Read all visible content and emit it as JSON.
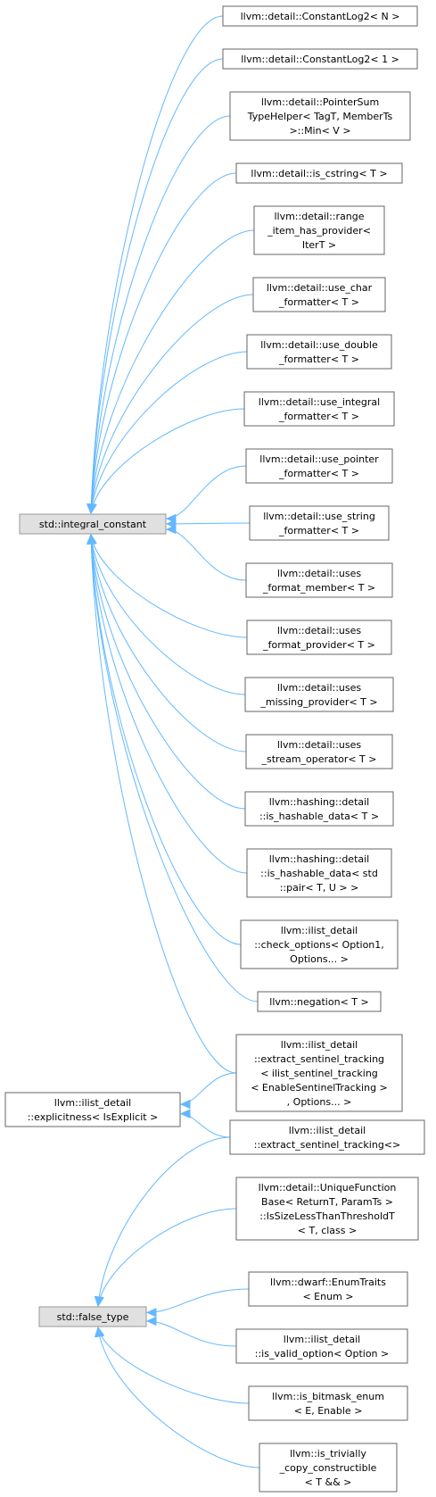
{
  "diagram": {
    "type": "inheritance-graph",
    "edge_color": "#63b8ff",
    "nodes": [
      {
        "id": "integral_constant",
        "kind": "base",
        "lines": [
          "std::integral_constant"
        ]
      },
      {
        "id": "explicitness",
        "kind": "base-plain",
        "lines": [
          "llvm::ilist_detail",
          "::explicitness< IsExplicit >"
        ]
      },
      {
        "id": "false_type",
        "kind": "base",
        "lines": [
          "std::false_type"
        ]
      },
      {
        "id": "constantlog2_n",
        "kind": "derived",
        "lines": [
          "llvm::detail::ConstantLog2< N >"
        ]
      },
      {
        "id": "constantlog2_1",
        "kind": "derived",
        "lines": [
          "llvm::detail::ConstantLog2< 1 >"
        ]
      },
      {
        "id": "pointersum",
        "kind": "derived",
        "lines": [
          "llvm::detail::PointerSum",
          "TypeHelper< TagT, MemberTs",
          ">::Min< V >"
        ]
      },
      {
        "id": "is_cstring",
        "kind": "derived",
        "lines": [
          "llvm::detail::is_cstring< T >"
        ]
      },
      {
        "id": "range_item",
        "kind": "derived",
        "lines": [
          "llvm::detail::range",
          "_item_has_provider<",
          "IterT >"
        ]
      },
      {
        "id": "use_char",
        "kind": "derived",
        "lines": [
          "llvm::detail::use_char",
          "_formatter< T >"
        ]
      },
      {
        "id": "use_double",
        "kind": "derived",
        "lines": [
          "llvm::detail::use_double",
          "_formatter< T >"
        ]
      },
      {
        "id": "use_integral",
        "kind": "derived",
        "lines": [
          "llvm::detail::use_integral",
          "_formatter< T >"
        ]
      },
      {
        "id": "use_pointer",
        "kind": "derived",
        "lines": [
          "llvm::detail::use_pointer",
          "_formatter< T >"
        ]
      },
      {
        "id": "use_string",
        "kind": "derived",
        "lines": [
          "llvm::detail::use_string",
          "_formatter< T >"
        ]
      },
      {
        "id": "uses_format_member",
        "kind": "derived",
        "lines": [
          "llvm::detail::uses",
          "_format_member< T >"
        ]
      },
      {
        "id": "uses_format_provider",
        "kind": "derived",
        "lines": [
          "llvm::detail::uses",
          "_format_provider< T >"
        ]
      },
      {
        "id": "uses_missing_provider",
        "kind": "derived",
        "lines": [
          "llvm::detail::uses",
          "_missing_provider< T >"
        ]
      },
      {
        "id": "uses_stream_operator",
        "kind": "derived",
        "lines": [
          "llvm::detail::uses",
          "_stream_operator< T >"
        ]
      },
      {
        "id": "is_hashable_data",
        "kind": "derived",
        "lines": [
          "llvm::hashing::detail",
          "::is_hashable_data< T >"
        ]
      },
      {
        "id": "is_hashable_data_pair",
        "kind": "derived",
        "lines": [
          "llvm::hashing::detail",
          "::is_hashable_data< std",
          "::pair< T, U > >"
        ]
      },
      {
        "id": "check_options",
        "kind": "derived",
        "lines": [
          "llvm::ilist_detail",
          "::check_options< Option1,",
          "Options... >"
        ]
      },
      {
        "id": "negation",
        "kind": "derived",
        "lines": [
          "llvm::negation< T >"
        ]
      },
      {
        "id": "extract_sentinel_tracking_full",
        "kind": "derived",
        "lines": [
          "llvm::ilist_detail",
          "::extract_sentinel_tracking",
          "< ilist_sentinel_tracking",
          "< EnableSentinelTracking >",
          ", Options... >"
        ]
      },
      {
        "id": "extract_sentinel_tracking_empty",
        "kind": "derived",
        "lines": [
          "llvm::ilist_detail",
          "::extract_sentinel_tracking<>"
        ]
      },
      {
        "id": "uniquefunction",
        "kind": "derived",
        "lines": [
          "llvm::detail::UniqueFunction",
          "Base< ReturnT, ParamTs >",
          "::IsSizeLessThanThresholdT",
          "< T, class >"
        ]
      },
      {
        "id": "enumtraits",
        "kind": "derived",
        "lines": [
          "llvm::dwarf::EnumTraits",
          "< Enum >"
        ]
      },
      {
        "id": "is_valid_option",
        "kind": "derived",
        "lines": [
          "llvm::ilist_detail",
          "::is_valid_option< Option >"
        ]
      },
      {
        "id": "is_bitmask_enum",
        "kind": "derived",
        "lines": [
          "llvm::is_bitmask_enum",
          "< E, Enable >"
        ]
      },
      {
        "id": "is_trivially_copy",
        "kind": "derived",
        "lines": [
          "llvm::is_trivially",
          "_copy_constructible",
          "< T && >"
        ]
      }
    ],
    "edges": [
      {
        "from": "constantlog2_n",
        "to": "integral_constant"
      },
      {
        "from": "constantlog2_1",
        "to": "integral_constant"
      },
      {
        "from": "pointersum",
        "to": "integral_constant"
      },
      {
        "from": "is_cstring",
        "to": "integral_constant"
      },
      {
        "from": "range_item",
        "to": "integral_constant"
      },
      {
        "from": "use_char",
        "to": "integral_constant"
      },
      {
        "from": "use_double",
        "to": "integral_constant"
      },
      {
        "from": "use_integral",
        "to": "integral_constant"
      },
      {
        "from": "use_pointer",
        "to": "integral_constant"
      },
      {
        "from": "use_string",
        "to": "integral_constant"
      },
      {
        "from": "uses_format_member",
        "to": "integral_constant"
      },
      {
        "from": "uses_format_provider",
        "to": "integral_constant"
      },
      {
        "from": "uses_missing_provider",
        "to": "integral_constant"
      },
      {
        "from": "uses_stream_operator",
        "to": "integral_constant"
      },
      {
        "from": "is_hashable_data",
        "to": "integral_constant"
      },
      {
        "from": "is_hashable_data_pair",
        "to": "integral_constant"
      },
      {
        "from": "check_options",
        "to": "integral_constant"
      },
      {
        "from": "negation",
        "to": "integral_constant"
      },
      {
        "from": "extract_sentinel_tracking_full",
        "to": "integral_constant"
      },
      {
        "from": "extract_sentinel_tracking_full",
        "to": "explicitness"
      },
      {
        "from": "extract_sentinel_tracking_empty",
        "to": "explicitness"
      },
      {
        "from": "extract_sentinel_tracking_empty",
        "to": "false_type"
      },
      {
        "from": "uniquefunction",
        "to": "false_type"
      },
      {
        "from": "enumtraits",
        "to": "false_type"
      },
      {
        "from": "is_valid_option",
        "to": "false_type"
      },
      {
        "from": "is_bitmask_enum",
        "to": "false_type"
      },
      {
        "from": "is_trivially_copy",
        "to": "false_type"
      }
    ]
  }
}
